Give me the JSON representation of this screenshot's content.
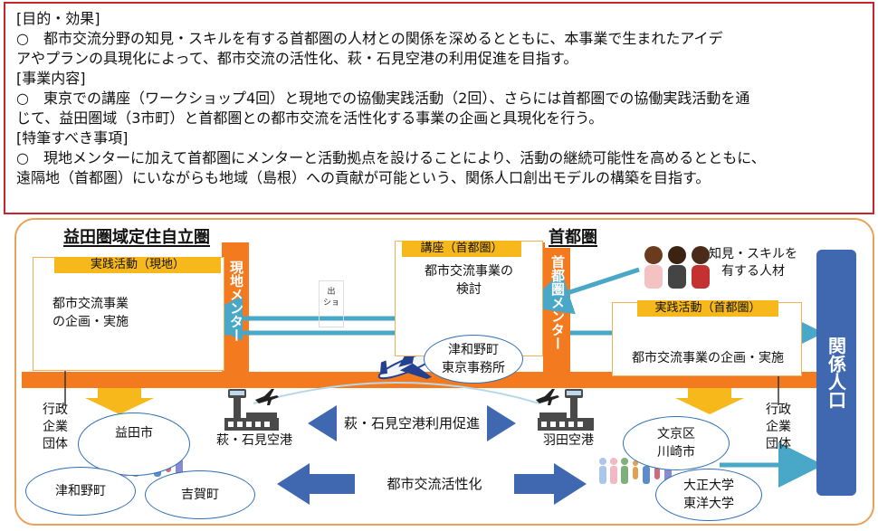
{
  "top": {
    "sections": [
      {
        "heading": "[目的・効果]",
        "body": "○　都市交流分野の知見・スキルを有する首都圏の人材との関係を深めるとともに、本事業で生まれたアイデ\nアやプランの具現化によって、都市交流の活性化、萩・石見空港の利用促進を目指す。"
      },
      {
        "heading": "[事業内容]",
        "body": "○　東京での講座（ワークショップ4回）と現地での協働実践活動（2回）、さらには首都圏での協働実践活動を通\nじて、益田圏域（3市町）と首都圏との都市交流を活性化する事業の企画と具現化を行う。"
      },
      {
        "heading": "[特筆すべき事項]",
        "body": "○　現地メンターに加えて首都圏にメンターと活動拠点を設けることにより、活動の継続可能性を高めるとともに、\n遠隔地（首都圏）にいながらも地域（島根）への貢献が可能という、関係人口創出モデルの構築を目指す。"
      }
    ]
  },
  "diagram": {
    "left_region": "益田圏域定住自立圏",
    "right_region": "首都圏",
    "local_practice_title": "実践活動（現地）",
    "local_practice_text": "都市交流事業\nの企画・実施",
    "local_mentor": "現地メンター",
    "lecture_title": "講座（首都圏）",
    "lecture_text": "都市交流事業の\n検討",
    "capital_mentor": "首都圏メンター",
    "capital_practice_title": "実践活動（首都圏）",
    "capital_practice_text": "都市交流事業の企画・実施",
    "tsuwano_office": "津和野町\n東京事務所",
    "expert_people": "知見・スキルを\n有する人材",
    "relation_population": "関係人口",
    "left_support": "行政\n企業\n団体",
    "right_support": "行政\n企業\n団体",
    "iwami_airport": "萩・石見空港",
    "haneda_airport": "羽田空港",
    "airport_promo": "萩・石見空港利用促進",
    "urban_exchange": "都市交流活性化",
    "masuda": "益田市",
    "tsuwano": "津和野町",
    "yoshika": "吉賀町",
    "bunkyo": "文京区\n川崎市",
    "universities": "大正大学\n東洋大学",
    "misc_note": "出\nショ"
  },
  "colors": {
    "frame_red": "#c8242b",
    "orange_frame": "#e8a25a",
    "orange_bar": "#f47a20",
    "yellow_bar": "#f7b81c",
    "teal_arrow": "#49a7c8",
    "navy_box": "#3f68b0",
    "blue_outline": "#2f6fb5"
  }
}
